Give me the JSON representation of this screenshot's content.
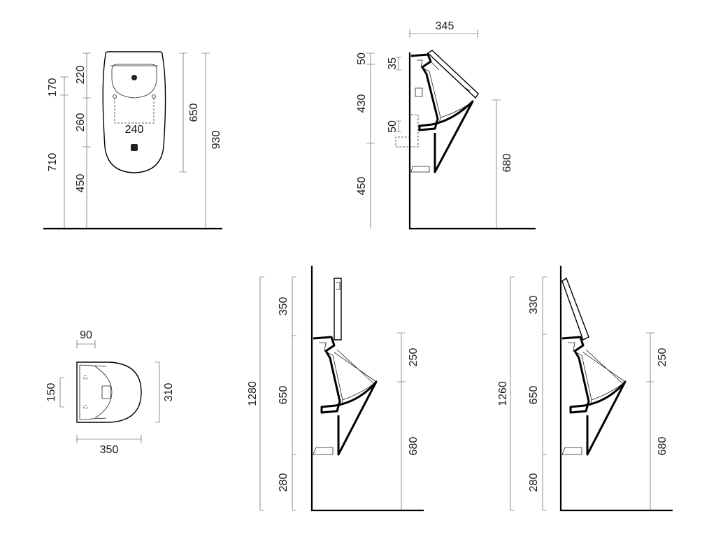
{
  "front_view": {
    "dim_170": "170",
    "dim_710": "710",
    "dim_220": "220",
    "dim_260": "260",
    "dim_450": "450",
    "dim_240": "240",
    "dim_650": "650",
    "dim_930": "930"
  },
  "side_view": {
    "dim_345": "345",
    "dim_50_top": "50",
    "dim_35": "35",
    "dim_430": "430",
    "dim_50_mid": "50",
    "dim_450": "450",
    "dim_680": "680"
  },
  "top_view": {
    "dim_90": "90",
    "dim_150": "150",
    "dim_310": "310",
    "dim_350": "350"
  },
  "side_lid_closed": {
    "dim_1280": "1280",
    "dim_350": "350",
    "dim_650": "650",
    "dim_280": "280",
    "dim_250": "250",
    "dim_680": "680"
  },
  "side_lid_open": {
    "dim_1260": "1260",
    "dim_330": "330",
    "dim_650": "650",
    "dim_280": "280",
    "dim_250": "250",
    "dim_680": "680"
  }
}
